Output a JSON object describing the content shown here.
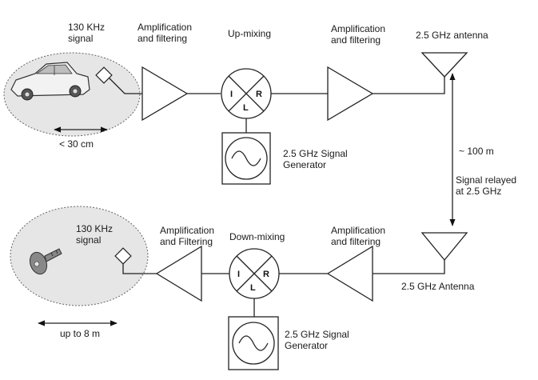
{
  "relay_path": {
    "signal_label": "130 KHz\nsignal",
    "range_label": "< 30 cm",
    "amp1_label": "Amplification\nand filtering",
    "mixer_label": "Up-mixing",
    "amp2_label": "Amplification\nand filtering",
    "antenna_label": "2.5 GHz antenna",
    "generator_label": "2.5 GHz Signal\nGenerator",
    "mixer_ports": {
      "in": "I",
      "rf": "R",
      "lo": "L"
    }
  },
  "link": {
    "distance_label": "~ 100 m",
    "relay_label": "Signal relayed\nat 2.5 GHz"
  },
  "key_path": {
    "signal_label": "130 KHz\nsignal",
    "range_label": "up to 8 m",
    "amp1_label": "Amplification\nand Filtering",
    "mixer_label": "Down-mixing",
    "amp2_label": "Amplification\nand filtering",
    "antenna_label": "2.5 GHz Antenna",
    "generator_label": "2.5 GHz Signal\nGenerator",
    "mixer_ports": {
      "in": "I",
      "rf": "R",
      "lo": "L"
    }
  }
}
